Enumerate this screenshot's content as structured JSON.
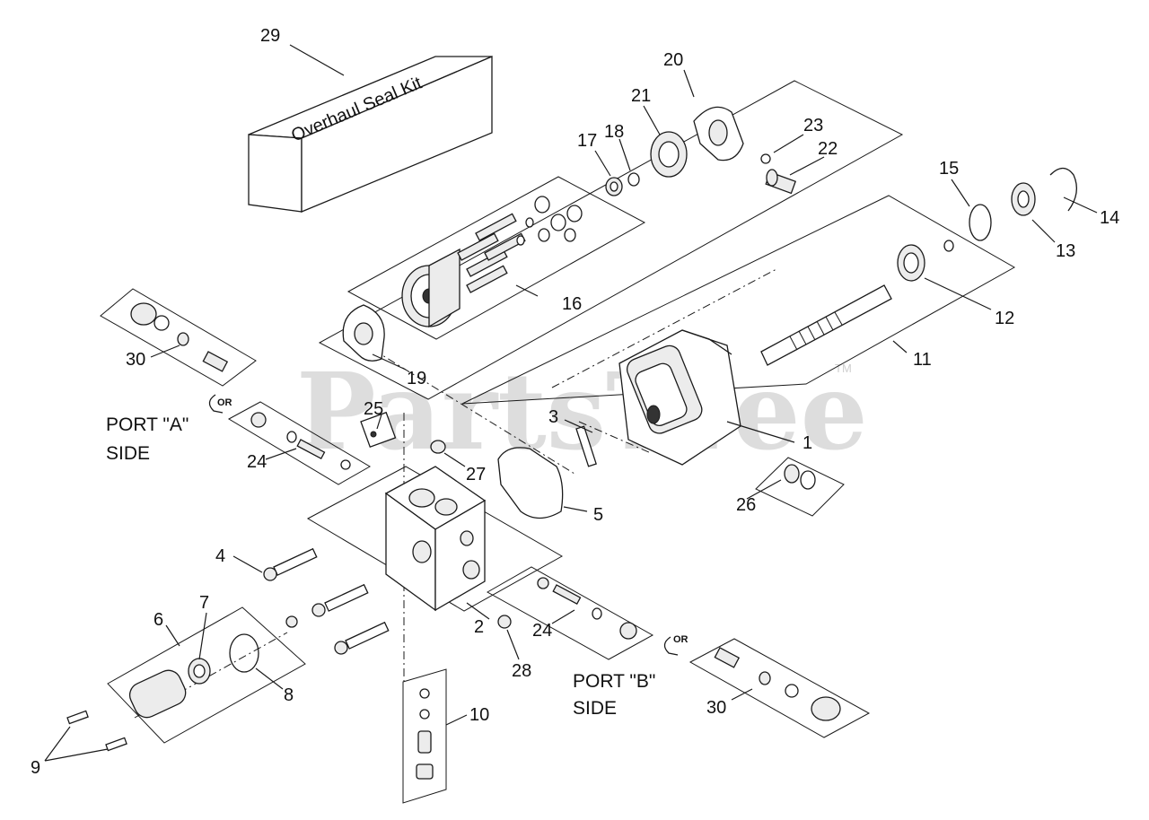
{
  "kit_label": "Overhaul Seal Kit",
  "watermark": {
    "text": "PartsTree",
    "tm": "TM"
  },
  "port_a": {
    "line1": "PORT \"A\"",
    "line2": "SIDE",
    "or": "OR"
  },
  "port_b": {
    "line1": "PORT \"B\"",
    "line2": "SIDE",
    "or": "OR"
  },
  "callouts": {
    "c1": "1",
    "c2": "2",
    "c3": "3",
    "c4": "4",
    "c5": "5",
    "c6": "6",
    "c7": "7",
    "c8": "8",
    "c9": "9",
    "c10": "10",
    "c11": "11",
    "c12": "12",
    "c13": "13",
    "c14": "14",
    "c15": "15",
    "c16": "16",
    "c17": "17",
    "c18": "18",
    "c19": "19",
    "c20": "20",
    "c21": "21",
    "c22": "22",
    "c23": "23",
    "c24a": "24",
    "c24b": "24",
    "c25": "25",
    "c26": "26",
    "c27": "27",
    "c28": "28",
    "c29": "29",
    "c30a": "30",
    "c30b": "30"
  }
}
